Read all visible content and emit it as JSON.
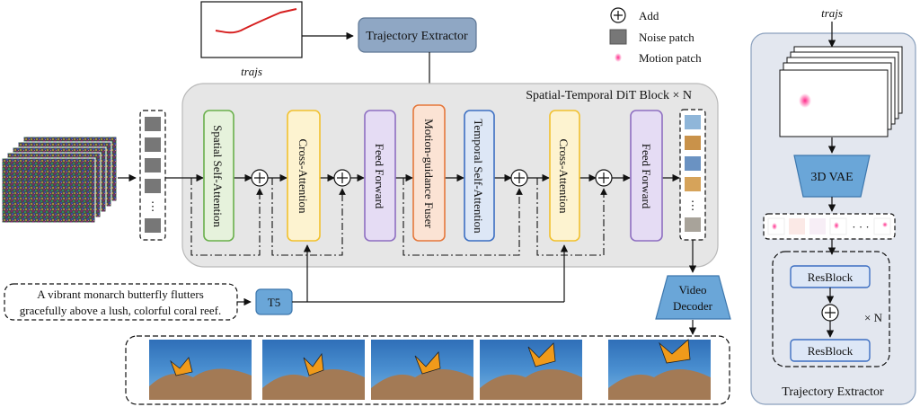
{
  "legend": {
    "add": "Add",
    "noise_patch": "Noise patch",
    "motion_patch": "Motion patch"
  },
  "traj_plot_label": "trajs",
  "trajectory_extractor_top": "Trajectory Extractor",
  "dit_block_title": "Spatial-Temporal DiT Block × N",
  "blocks": {
    "spatial_self_attention": "Spatial Self-Attention",
    "cross_attention_1": "Cross-Attention",
    "feed_forward_1": "Feed Forward",
    "motion_guidance_fuser": "Motion-guidance Fuser",
    "temporal_self_attention": "Temporal Self-Attention",
    "cross_attention_2": "Cross-Attention",
    "feed_forward_2": "Feed Forward"
  },
  "prompt": {
    "line1": "A vibrant monarch butterfly flutters",
    "line2": "gracefully above a lush, colorful coral reef."
  },
  "t5": "T5",
  "video_decoder": {
    "line1": "Video",
    "line2": "Decoder"
  },
  "right_panel": {
    "input_label": "trajs",
    "vae": "3D VAE",
    "ellipsis": "· · ·",
    "resblock_1": "ResBlock",
    "resblock_2": "ResBlock",
    "repeat": "× N",
    "title": "Trajectory Extractor"
  },
  "colors": {
    "green": "#6ab04c",
    "yellow": "#f2c12e",
    "purple": "#8e6fc1",
    "orange": "#e5783c",
    "blue": "#3c6fc2",
    "t5_fill": "#6aa6d8",
    "panel_fill": "#e3e7ef"
  }
}
